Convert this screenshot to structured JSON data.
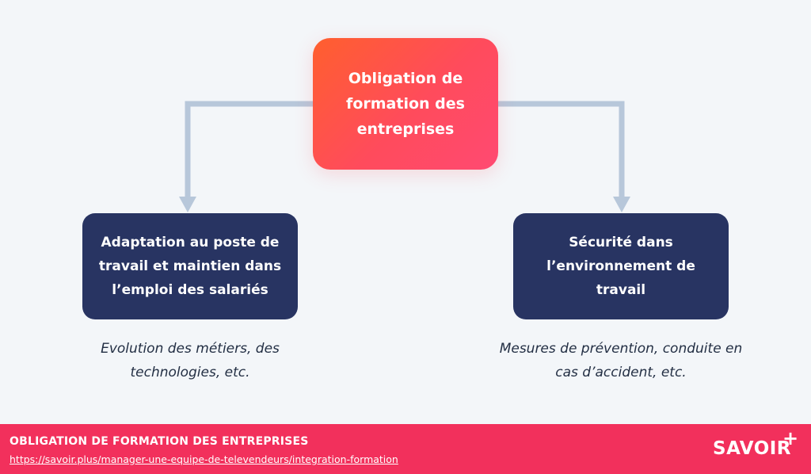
{
  "diagram": {
    "root": {
      "label": "Obligation de formation des entreprises"
    },
    "children": [
      {
        "label": "Adaptation au poste de travail et maintien dans l’emploi des salariés",
        "note": "Evolution des métiers, des technologies, etc."
      },
      {
        "label": "Sécurité dans l’environnement de travail",
        "note": "Mesures de prévention, conduite en cas d’accident, etc."
      }
    ]
  },
  "footer": {
    "title": "OBLIGATION DE FORMATION DES ENTREPRISES",
    "link": "https://savoir.plus/manager-une-equipe-de-televendeurs/integration-formation",
    "brand": "SAVOIR",
    "brand_mark": "+"
  },
  "colors": {
    "background": "#f3f6f9",
    "root_gradient_start": "#ff5f2e",
    "root_gradient_end": "#ff4a72",
    "child_box": "#283462",
    "connector": "#b7c7da",
    "footer": "#f2305c"
  }
}
